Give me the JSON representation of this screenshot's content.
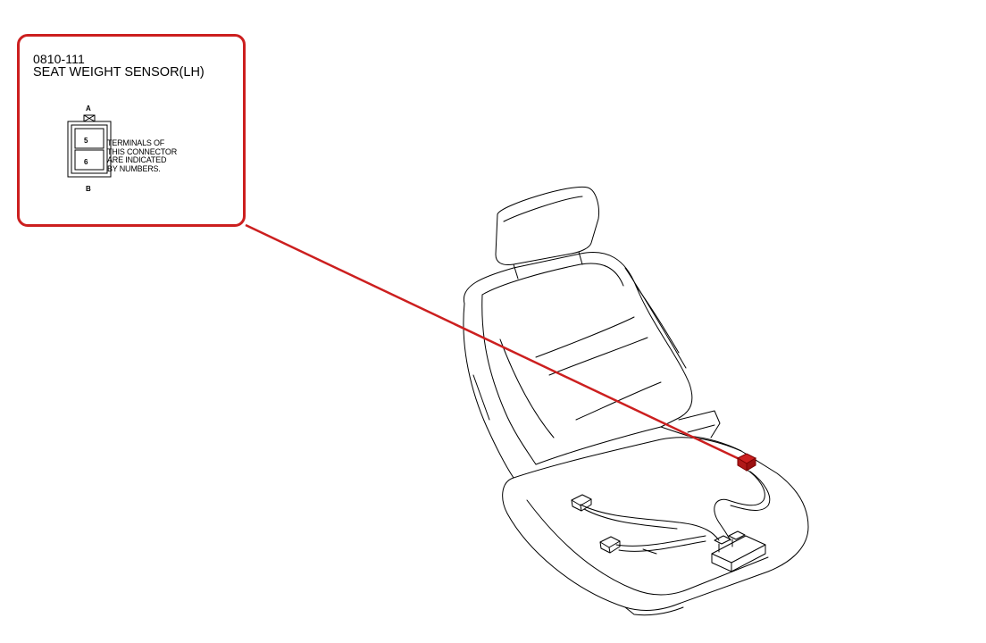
{
  "callout": {
    "connector_code": "0810-111",
    "connector_name": "SEAT WEIGHT SENSOR(LH)",
    "pin_label_top": "A",
    "pin_label_bottom": "B",
    "terminals": [
      "5",
      "6"
    ],
    "note_lines": [
      "TERMINALS OF",
      "THIS CONNECTOR",
      "ARE INDICATED",
      "BY NUMBERS."
    ]
  },
  "colors": {
    "callout_border": "#cc1f1f",
    "leader_line": "#cc1f1f",
    "connector_highlight": "#cc1f1f",
    "drawing_stroke": "#000000"
  },
  "icons": {
    "seat": "seat-icon",
    "wiring_harness": "wiring-harness-icon",
    "sensor_connector": "connector-icon",
    "control_module": "control-module-icon"
  }
}
